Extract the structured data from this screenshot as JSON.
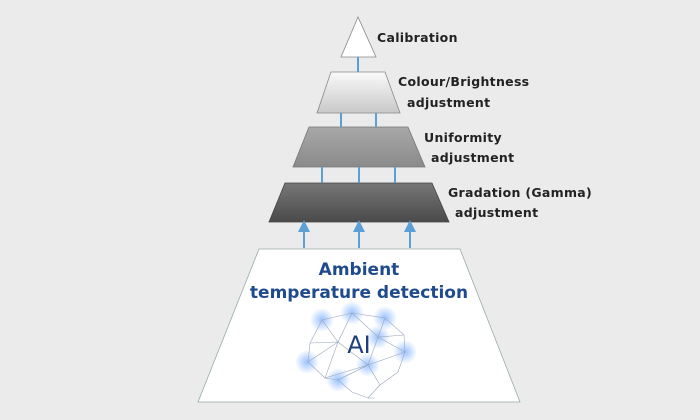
{
  "levels": [
    {
      "line1": "Calibration",
      "line2": ""
    },
    {
      "line1": "Colour/Brightness",
      "line2": "adjustment"
    },
    {
      "line1": "Uniformity",
      "line2": "adjustment"
    },
    {
      "line1": "Gradation (Gamma)",
      "line2": "adjustment"
    }
  ],
  "base": {
    "line1": "Ambient",
    "line2": "temperature detection",
    "ai_label": "AI",
    "icon": "brain-network-icon"
  },
  "colors": {
    "background": "#ebebeb",
    "arrow": "#5a9fd6",
    "base_text": "#1f4b8e"
  }
}
